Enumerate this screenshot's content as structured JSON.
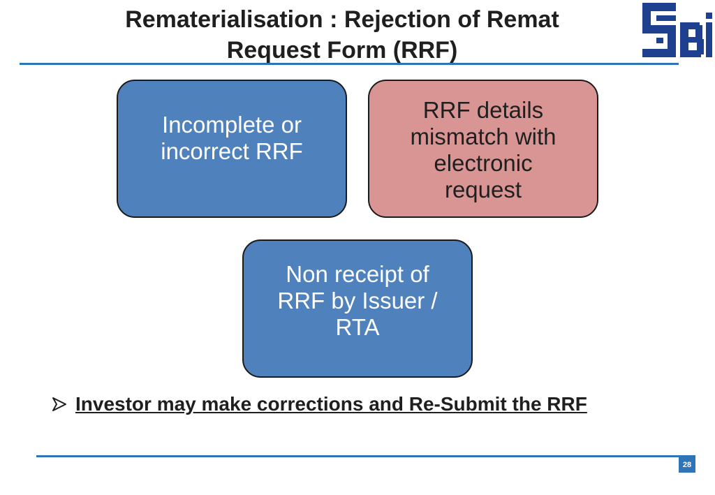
{
  "slide": {
    "title_line1": "Rematerialisation : Rejection of Remat",
    "title_line2": "Request Form (RRF)",
    "page_number": "28"
  },
  "logo": {
    "name": "sebi-logo",
    "text": "SEBI",
    "color": "#1f3f8f"
  },
  "boxes": [
    {
      "text": "Incomplete or\nincorrect RRF",
      "color": "#4f81bd"
    },
    {
      "text": "RRF details\nmismatch with\nelectronic\nrequest",
      "color": "#d99594"
    },
    {
      "text": "Non receipt of\nRRF by Issuer /\nRTA",
      "color": "#4f81bd"
    }
  ],
  "bullet": {
    "icon": "arrow-bullet-icon",
    "text": "Investor may make corrections and Re-Submit the RRF"
  },
  "colors": {
    "accent_rule": "#2e75b6",
    "title_text": "#1f1f1f"
  }
}
